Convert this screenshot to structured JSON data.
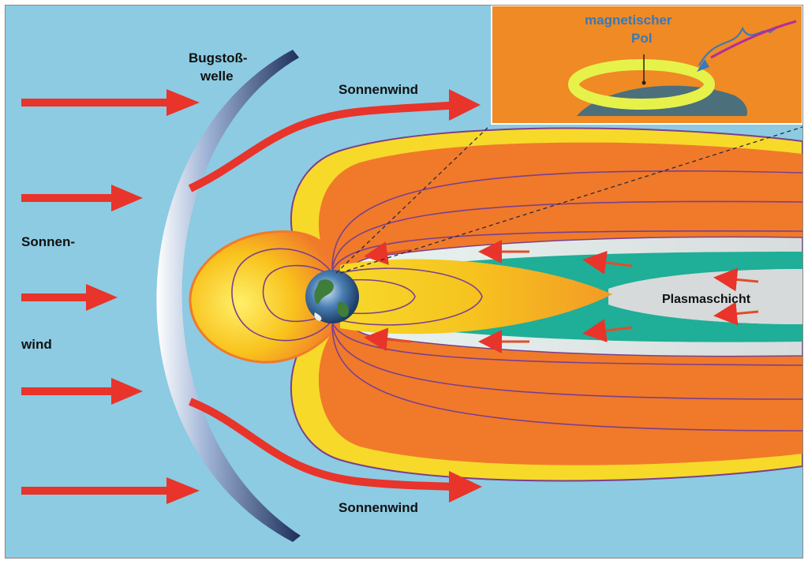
{
  "labels": {
    "bow_shock_line1": "Bugstoß-",
    "bow_shock_line2": "welle",
    "solar_wind_top": "Sonnenwind",
    "solar_wind_bottom": "Sonnenwind",
    "solar_wind_left_line1": "Sonnen-",
    "solar_wind_left_line2": "wind",
    "plasma_sheet": "Plasmaschicht",
    "inset_pole_line1": "magnetischer",
    "inset_pole_line2": "Pol"
  },
  "colors": {
    "space": "#8ccbe2",
    "magnetosphere_outer": "#f07a2a",
    "magnetosphere_inner": "#f6cf23",
    "plasma_sheet": "#1fae98",
    "arrow": "#e8342a",
    "field_line": "#7b3f8e",
    "bow_shock": "#1b2e59",
    "inset_bg": "#ef8a25",
    "aurora_ring": "#e6f24a",
    "pole_label": "#3a78b6"
  },
  "icons": {
    "earth": "earth-globe-icon"
  }
}
